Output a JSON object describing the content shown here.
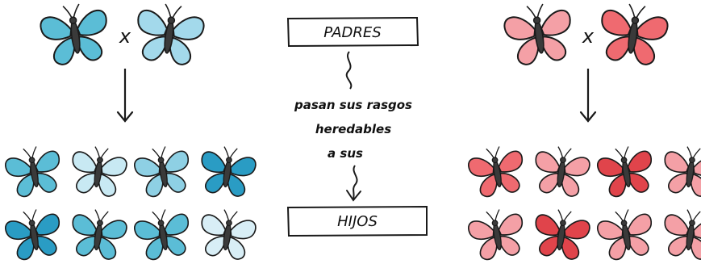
{
  "center": {
    "top_box": "PADRES",
    "caption_lines": [
      "pasan sus rasgos",
      "heredables",
      "a sus"
    ],
    "bottom_box": "HIJOS"
  },
  "cross_symbol": "x",
  "groups": {
    "blue": {
      "parents": [
        "#5bbdd6",
        "#a3d9eb"
      ],
      "offspring": [
        "#5bbdd6",
        "#c8e9f3",
        "#8ed0e4",
        "#2a9cc4",
        "#2a9cc4",
        "#5bbdd6",
        "#5bbdd6",
        "#d8eef6"
      ]
    },
    "red": {
      "parents": [
        "#f4a0a6",
        "#ef6a70"
      ],
      "offspring": [
        "#ef6a70",
        "#f4a0a6",
        "#e0444b",
        "#f4a0a6",
        "#f4a0a6",
        "#e0444b",
        "#f4a0a6",
        "#f4a0a6"
      ]
    }
  },
  "colors": {
    "ink": "#1a1a1a",
    "body": "#3a3a3a"
  },
  "icons": [
    "butterfly-icon",
    "down-arrow-icon",
    "squiggle-arrow-icon"
  ]
}
